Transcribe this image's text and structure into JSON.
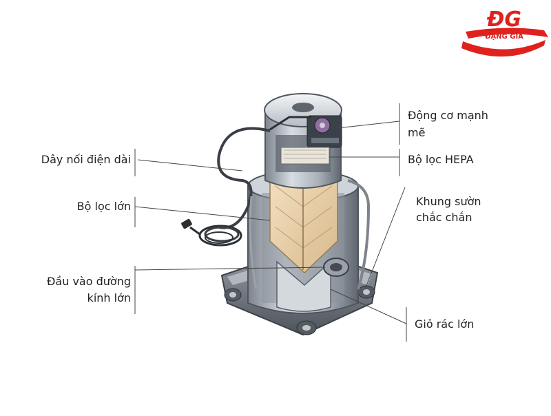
{
  "brand": {
    "logo_mark": "ĐG",
    "logo_name": "ĐẶNG GIA",
    "color": "#e0211d"
  },
  "labels": {
    "power_cord": "Dây nối điện dài",
    "big_filter": "Bộ lọc lớn",
    "inlet_line1": "Đầu vào đường",
    "inlet_line2": "kính lớn",
    "motor_line1": "Động cơ mạnh",
    "motor_line2": "mẽ",
    "hepa": "Bộ lọc HEPA",
    "frame_line1": "Khung sườn",
    "frame_line2": "chắc chắn",
    "basket": "Giỏ rác lớn"
  },
  "colors": {
    "body_steel": "#b9bfc7",
    "body_dark": "#6d747d",
    "filter_tan": "#e9d2ae",
    "leader_line": "#444444"
  },
  "icons": [
    "vacuum-cutaway-illustration",
    "power-plug-icon",
    "caster-wheel-icon"
  ]
}
